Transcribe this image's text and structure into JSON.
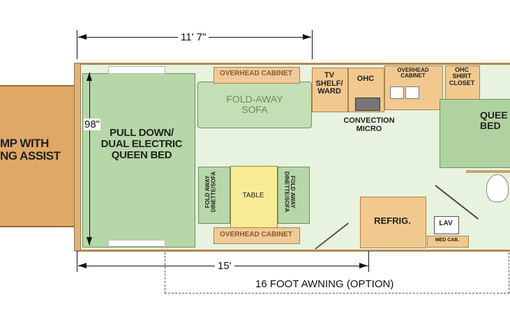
{
  "dimensions": {
    "top_width": "11' 7\"",
    "bed_depth": "98\"",
    "bottom_length": "15'",
    "awning": "16 FOOT AWNING (OPTION)"
  },
  "rooms": {
    "ramp": "MP WITH\nNG ASSIST",
    "pulldown_bed": "PULL DOWN/\nDUAL ELECTRIC\nQUEEN BED",
    "overhead_top": "OVERHEAD CABINET",
    "fold_sofa": "FOLD-AWAY\nSOFA",
    "tv_shelf": "TV\nSHELF/\nWARD",
    "ohc": "OHC",
    "convection": "CONVECTION\nMICRO",
    "overhead_small": "OVERHEAD\nCABINET",
    "ohc_shirt": "OHC\nSHIRT\nCLOSET",
    "queen_bed": "QUEE\nBED",
    "table": "TABLE",
    "dinette_left": "FOLD AWAY\nDINETTE/SOFA",
    "dinette_right": "FOLD AWAY\nDINETTE/SOFA",
    "overhead_bottom": "OVERHEAD CABINET",
    "refrig": "REFRIG.",
    "lav": "LAV",
    "med_cab": "MED CAB."
  }
}
